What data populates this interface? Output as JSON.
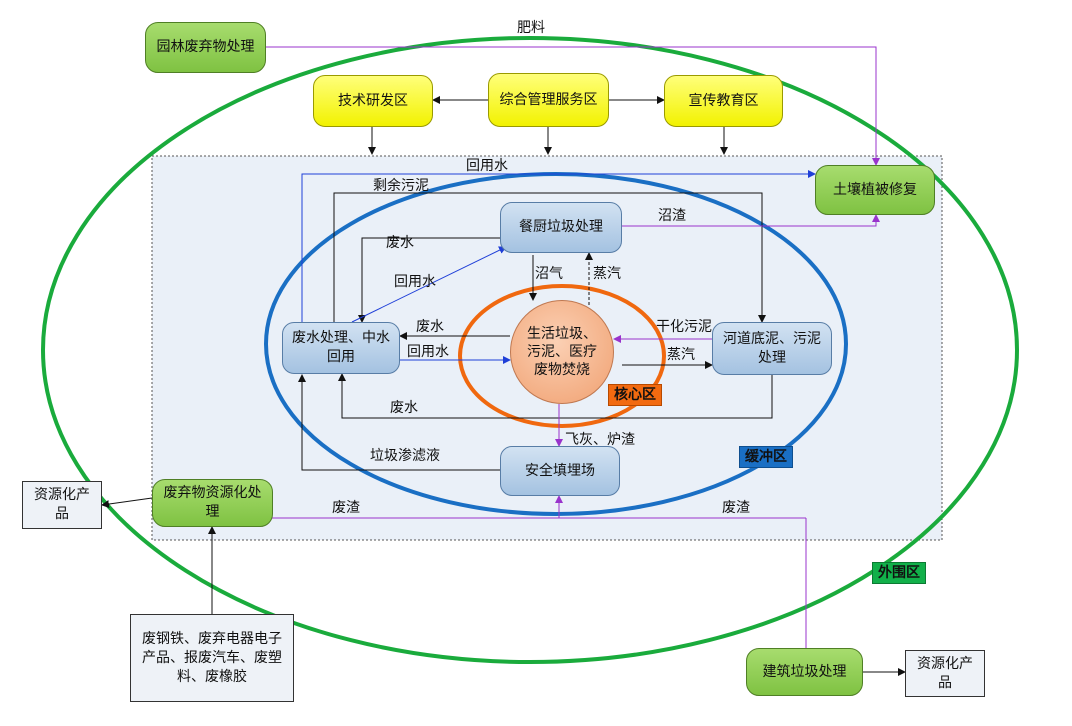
{
  "nodes": {
    "garden_waste": "园林废弃物处理",
    "tech_rd": "技术研发区",
    "admin_service": "综合管理服务区",
    "publicity_edu": "宣传教育区",
    "soil_restore": "土壤植被修复",
    "kitchen_waste": "餐厨垃圾处理",
    "wastewater": "废水处理、中水回用",
    "incineration": "生活垃圾、污泥、医疗废物焚烧",
    "river_sludge": "河道底泥、污泥处理",
    "landfill": "安全填埋场",
    "resource_waste": "废弃物资源化处理",
    "resource_product_left": "资源化产品",
    "scrap_sources": "废钢铁、废弃电器电子产品、报废汽车、废塑料、废橡胶",
    "construction_waste": "建筑垃圾处理",
    "resource_product_right": "资源化产品"
  },
  "labels": {
    "fertilizer": "肥料",
    "reclaimed_water_top": "回用水",
    "surplus_sludge": "剩余污泥",
    "biogas_residue": "沼渣",
    "waste_water_upper": "废水",
    "reclaimed_water_mid": "回用水",
    "biogas": "沼气",
    "steam_up": "蒸汽",
    "dried_sludge": "干化污泥",
    "waste_water_core": "废水",
    "reclaimed_water_core": "回用水",
    "steam_right": "蒸汽",
    "waste_water_bottom": "废水",
    "fly_ash": "飞灰、炉渣",
    "leachate": "垃圾渗滤液",
    "waste_residue_left": "废渣",
    "waste_residue_right": "废渣"
  },
  "zones": {
    "core": "核心区",
    "buffer": "缓冲区",
    "outer": "外围区"
  },
  "colors": {
    "outer_ring": "#1aab3c",
    "buffer_ring": "#1a6fc4",
    "core_ring": "#f0680f",
    "reclaimed_water_line": "#1f3fd8",
    "material_line": "#9933cc",
    "core_tag_bg": "#f26a10",
    "buffer_tag_bg": "#1a6fc4",
    "outer_tag_bg": "#12b04a"
  }
}
